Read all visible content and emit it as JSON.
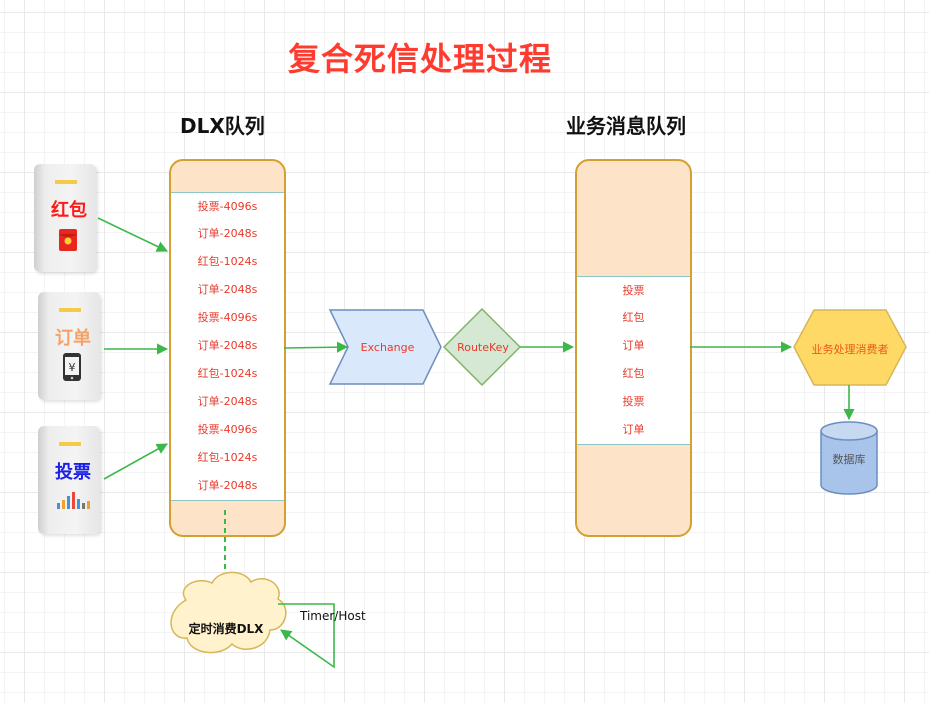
{
  "title": "复合死信处理过程",
  "dlx_queue": {
    "heading": "DLX队列",
    "items": [
      "投票-4096s",
      "订单-2048s",
      "红包-1024s",
      "订单-2048s",
      "投票-4096s",
      "订单-2048s",
      "红包-1024s",
      "订单-2048s",
      "投票-4096s",
      "红包-1024s",
      "订单-2048s"
    ]
  },
  "biz_queue": {
    "heading": "业务消息队列",
    "items": [
      "投票",
      "红包",
      "订单",
      "红包",
      "投票",
      "订单"
    ]
  },
  "sources": [
    {
      "label": "红包",
      "icon": "red-envelope-icon",
      "color": "#ff1a1a"
    },
    {
      "label": "订单",
      "icon": "phone-yuan-icon",
      "color": "#f4a26a"
    },
    {
      "label": "投票",
      "icon": "bar-chart-icon",
      "color": "#1b22e6"
    }
  ],
  "exchange": {
    "label": "Exchange"
  },
  "routekey": {
    "label": "RouteKey"
  },
  "consumer": {
    "label": "业务处理消费者"
  },
  "database": {
    "label": "数据库"
  },
  "cloud": {
    "label": "定时消费DLX"
  },
  "timer": {
    "label": "Timer/Host"
  },
  "colors": {
    "accent_title": "#ff3b2f",
    "arrow": "#3cb84a",
    "queue_border": "#d4a032",
    "queue_fill": "#fde3c8",
    "row_border": "#8cc6c6",
    "row_text": "#e83a2a"
  }
}
